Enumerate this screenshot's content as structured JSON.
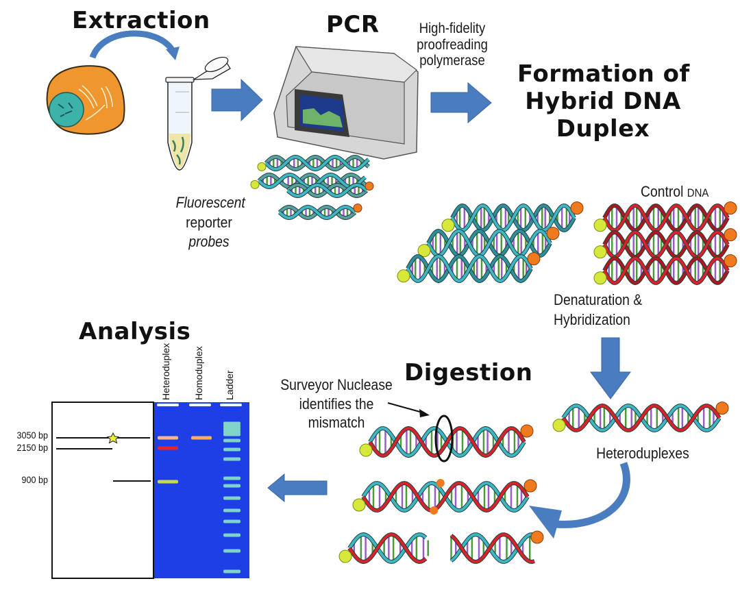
{
  "stages": {
    "extraction": "Extraction",
    "pcr": "PCR",
    "formation": [
      "Formation of",
      "Hybrid DNA",
      "Duplex"
    ],
    "digestion": "Digestion",
    "analysis": "Analysis"
  },
  "annotations": {
    "polymerase": [
      "High-fidelity",
      "proofreading",
      "polymerase"
    ],
    "probes": {
      "line1": "Fluorescent",
      "line2": "reporter",
      "line3": "probes"
    },
    "control_dna": {
      "main": "Control",
      "suffix": "DNA"
    },
    "denaturation": [
      "Denaturation &",
      "Hybridization"
    ],
    "surveyor": [
      "Surveyor Nuclease",
      "identifies the",
      "mismatch"
    ],
    "heteroduplexes": "Heteroduplexes"
  },
  "gel": {
    "lanes": [
      "Heteroduplex",
      "Homoduplex",
      "Ladder"
    ],
    "markers": [
      "3050 bp",
      "2150 bp",
      "900 bp"
    ],
    "colors": {
      "gel_bg": "#1f3fe6",
      "band_3050_hetero": "#f0b88a",
      "band_2150": "#e8232b",
      "band_900": "#c8d84a",
      "band_homo": "#f5b060",
      "ladder": "#7fd3c8"
    }
  },
  "colors": {
    "arrow": "#4a7cc0",
    "cell": "#f0962e",
    "nucleus": "#3bb3a8",
    "strand_teal": "#3fb6c4",
    "strand_red": "#d8232a",
    "bead_yellow": "#d8e83a",
    "bead_orange": "#f07a1e"
  }
}
